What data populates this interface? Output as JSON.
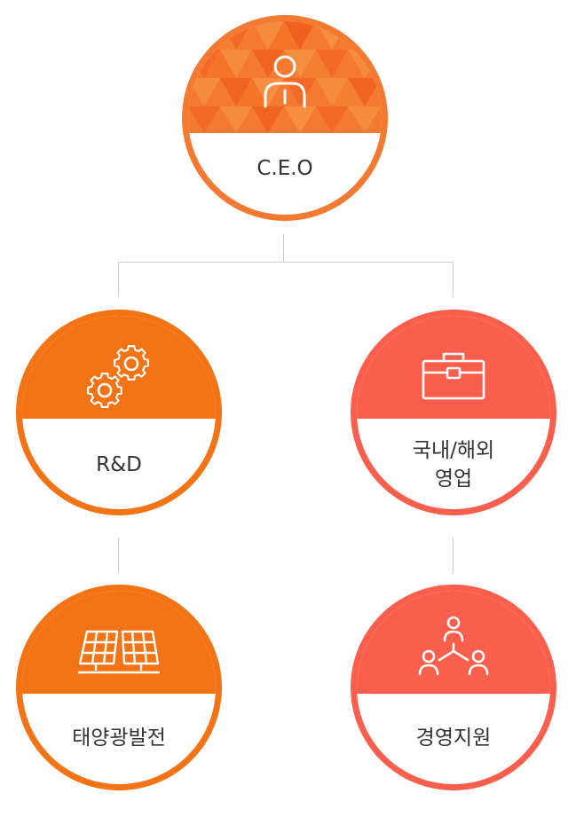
{
  "colors": {
    "ceo": "#f47a32",
    "orange": "#f47314",
    "coral": "#fa5f4e",
    "connector": "#cccccc",
    "text": "#333333"
  },
  "nodes": {
    "ceo": {
      "label": "C.E.O",
      "icon": "person-icon"
    },
    "rnd": {
      "label": "R&D",
      "icon": "gears-icon"
    },
    "sales": {
      "label_line1": "국내/해외",
      "label_line2": "영업",
      "icon": "briefcase-icon"
    },
    "solar": {
      "label": "태양광발전",
      "icon": "solar-panel-icon"
    },
    "management": {
      "label": "경영지원",
      "icon": "team-network-icon"
    }
  }
}
